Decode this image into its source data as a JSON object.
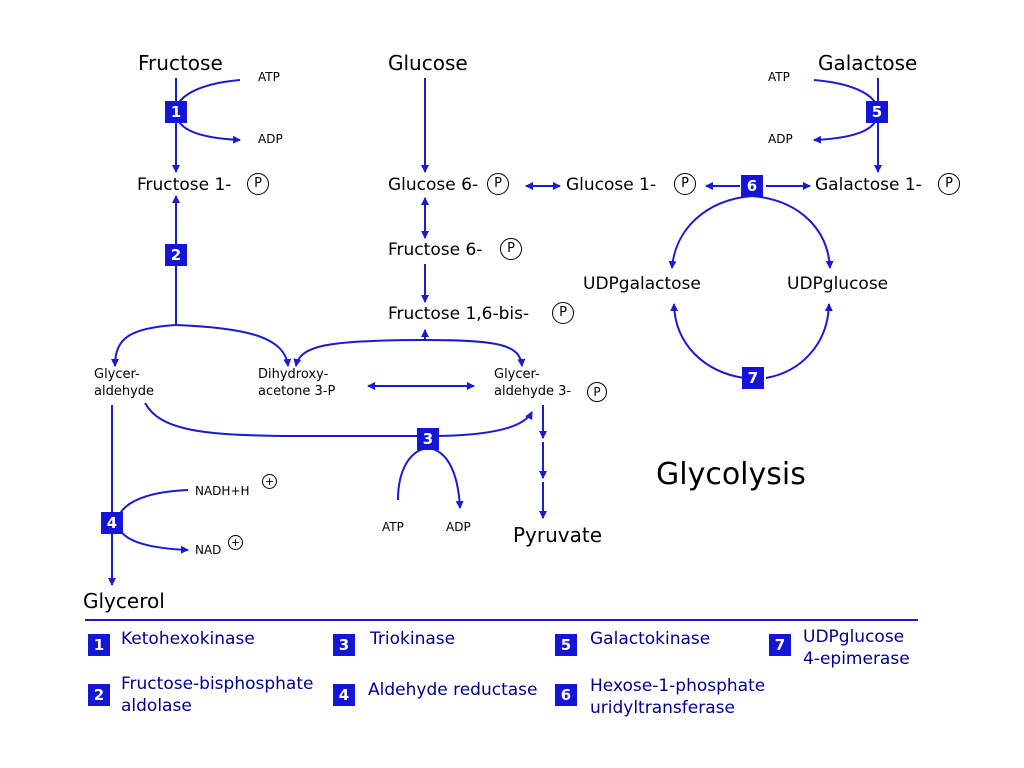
{
  "molecules": {
    "fructose": "Fructose",
    "glucose": "Glucose",
    "galactose": "Galactose",
    "fructose1p": "Fructose 1-",
    "glucose6p": "Glucose 6-",
    "glucose1p": "Glucose 1-",
    "galactose1p": "Galactose 1-",
    "fructose6p": "Fructose 6-",
    "fructose16bp": "Fructose 1,6-bis-",
    "udpgalactose": "UDPgalactose",
    "udpglucose": "UDPglucose",
    "glyceraldehyde_1": "Glycer-",
    "glyceraldehyde_2": "aldehyde",
    "dhap_1": "Dihydroxy-",
    "dhap_2": "acetone 3-P",
    "g3p_1": "Glycer-",
    "g3p_2": "aldehyde 3-",
    "pyruvate": "Pyruvate",
    "glycerol": "Glycerol"
  },
  "cofactors": {
    "atp": "ATP",
    "adp": "ADP",
    "nadh": "NADH+H",
    "nad": "NAD",
    "plus": "+",
    "phosphate": "P"
  },
  "title": "Glycolysis",
  "enzymes": [
    {
      "num": "1",
      "name": "Ketohexokinase"
    },
    {
      "num": "2",
      "name_1": "Fructose-bisphosphate",
      "name_2": "aldolase"
    },
    {
      "num": "3",
      "name": "Triokinase"
    },
    {
      "num": "4",
      "name": "Aldehyde reductase"
    },
    {
      "num": "5",
      "name": "Galactokinase"
    },
    {
      "num": "6",
      "name_1": "Hexose-1-phosphate",
      "name_2": "uridyltransferase"
    },
    {
      "num": "7",
      "name_1": "UDPglucose",
      "name_2": "4-epimerase"
    }
  ],
  "colors": {
    "arrow": "#1a1acf",
    "enzyme_box": "#1515d8",
    "legend_text": "#00008b"
  }
}
